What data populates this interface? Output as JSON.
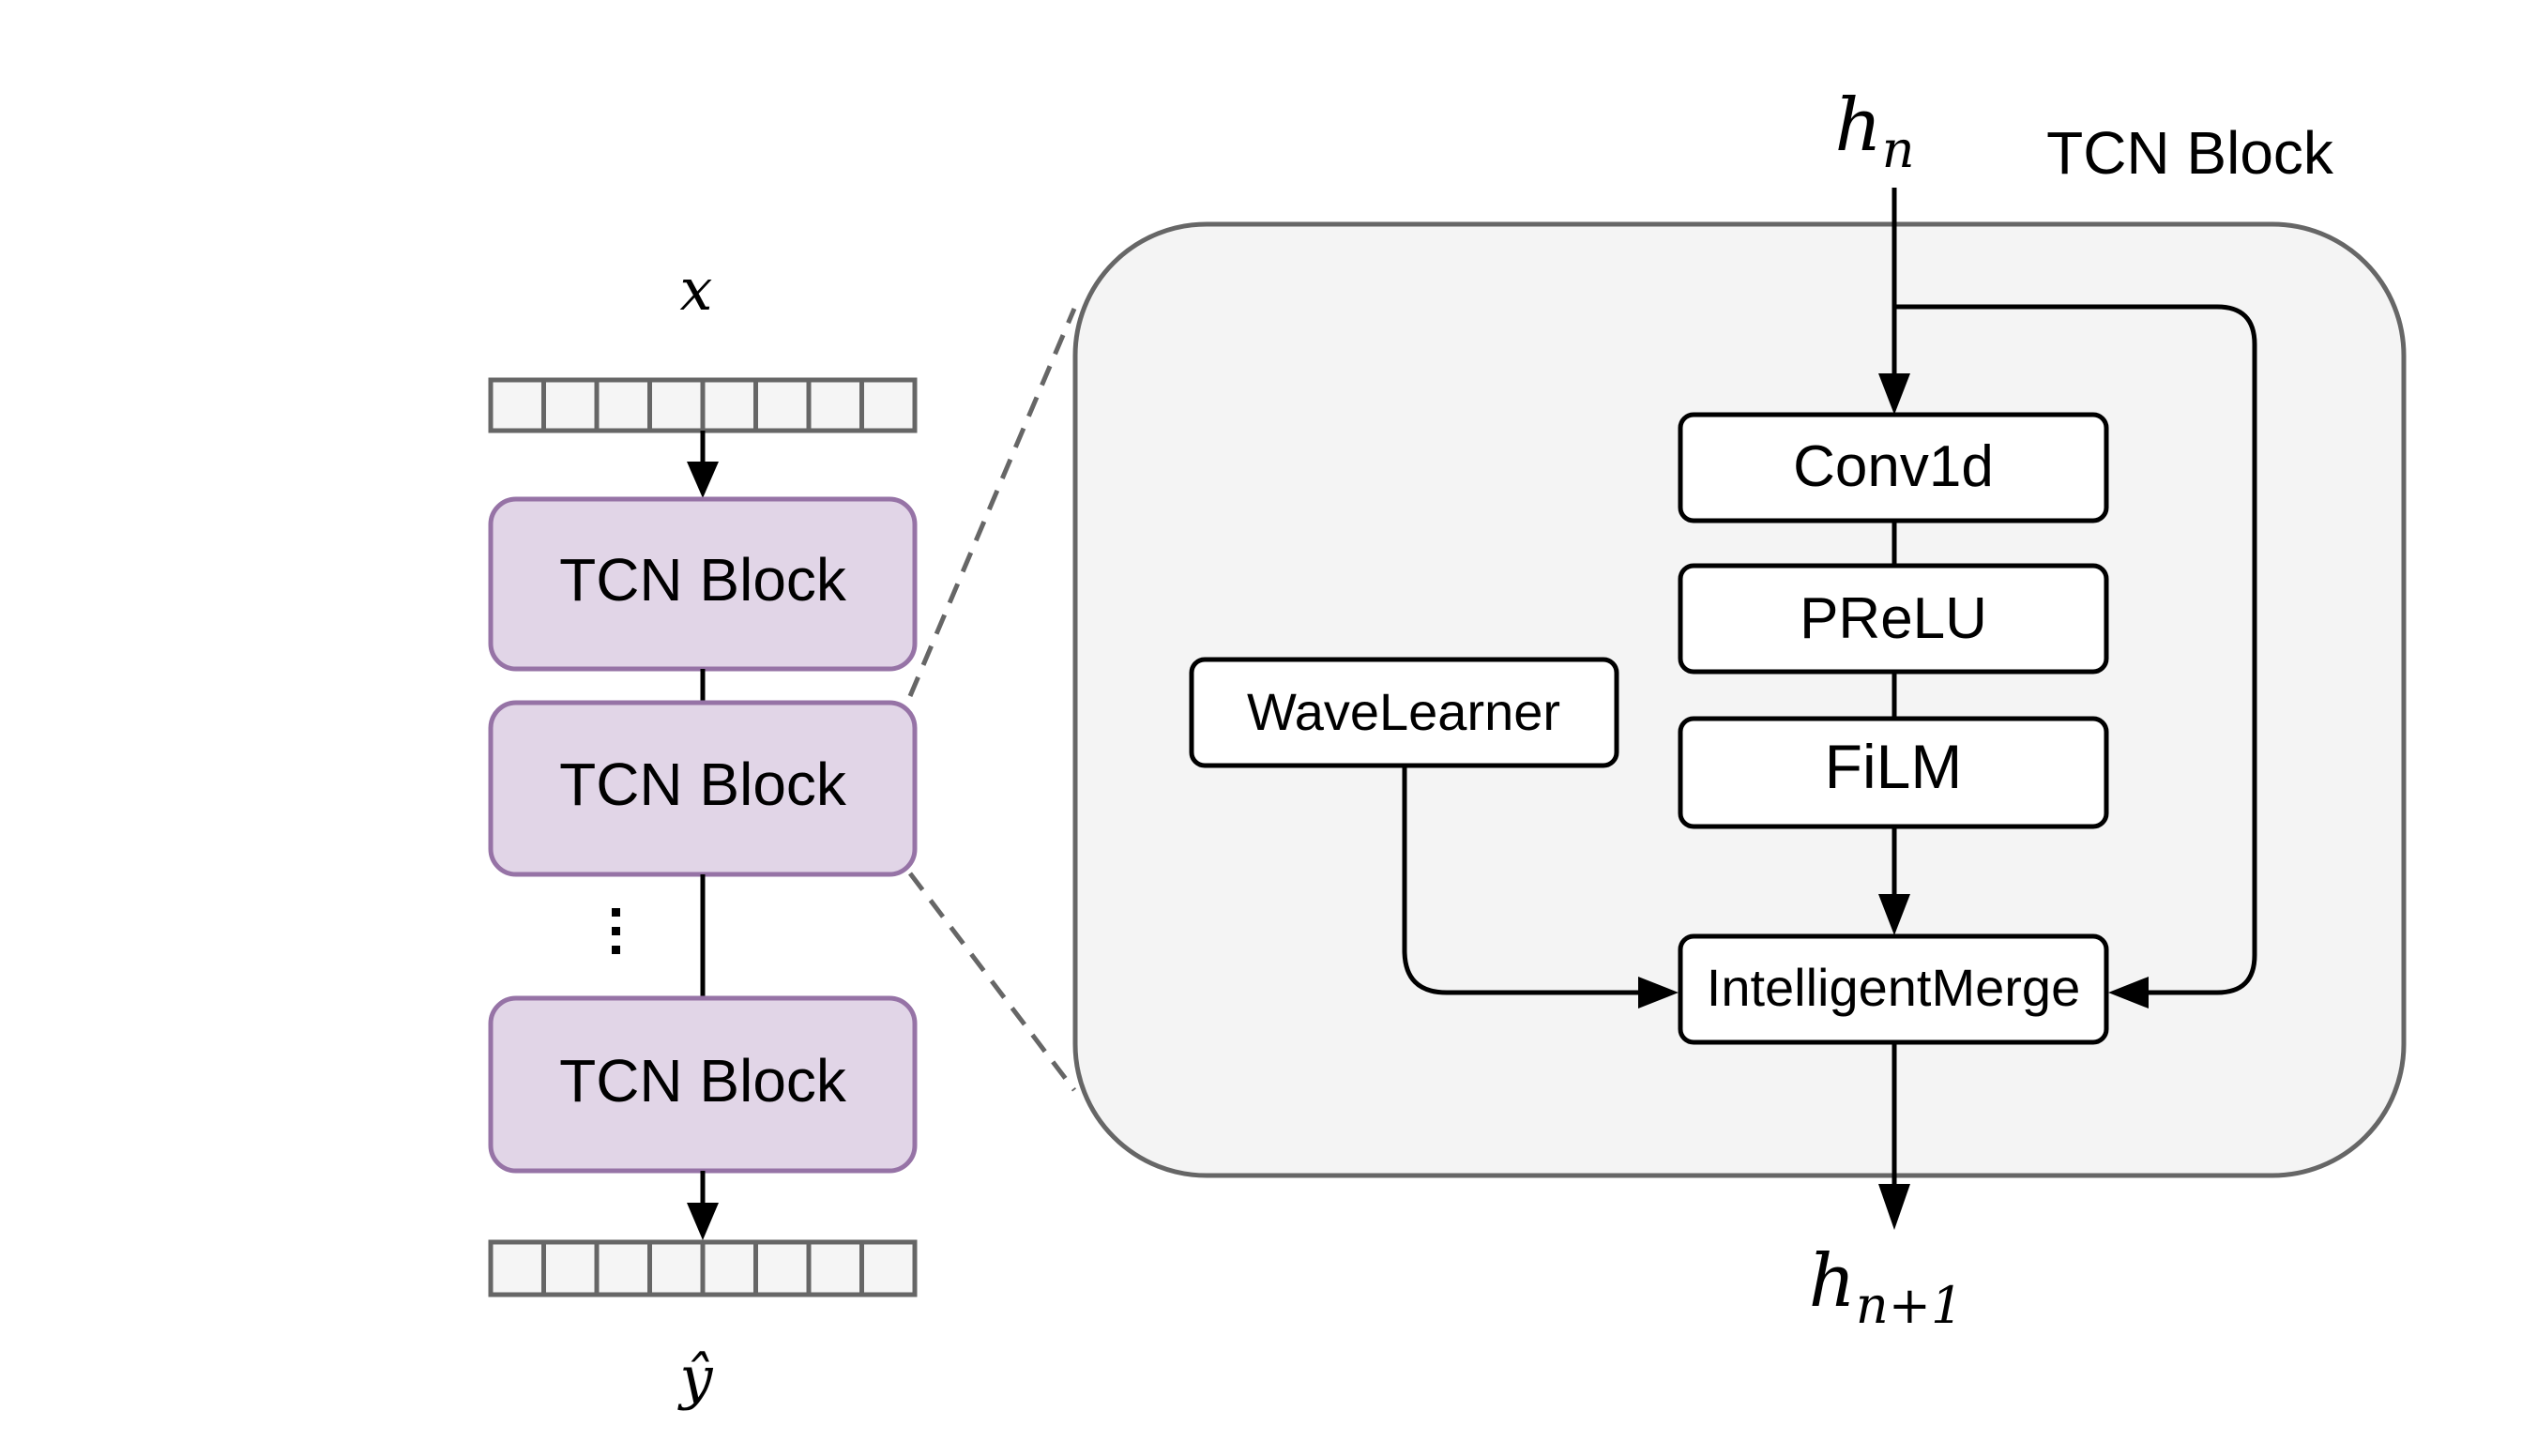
{
  "left_stack": {
    "input_label": "x",
    "output_label": "ŷ",
    "tape_cells": 8,
    "blocks": [
      {
        "label": "TCN Block"
      },
      {
        "label": "TCN Block"
      },
      {
        "label": "TCN Block"
      }
    ],
    "ellipsis": "⋮"
  },
  "detail": {
    "title": "TCN Block",
    "input_label": {
      "base": "h",
      "sub": "n"
    },
    "output_label": {
      "base": "h",
      "sub": "n+1"
    },
    "modules": {
      "conv": "Conv1d",
      "prelu": "PReLU",
      "film": "FiLM",
      "wavelearner": "WaveLearner",
      "merge": "IntelligentMerge"
    }
  },
  "colors": {
    "block_fill": "#e1d5e7",
    "block_stroke": "#9673a6",
    "tape_fill": "#f5f5f5",
    "tape_stroke": "#666666",
    "panel_fill": "#f4f4f4",
    "panel_stroke": "#666666"
  }
}
